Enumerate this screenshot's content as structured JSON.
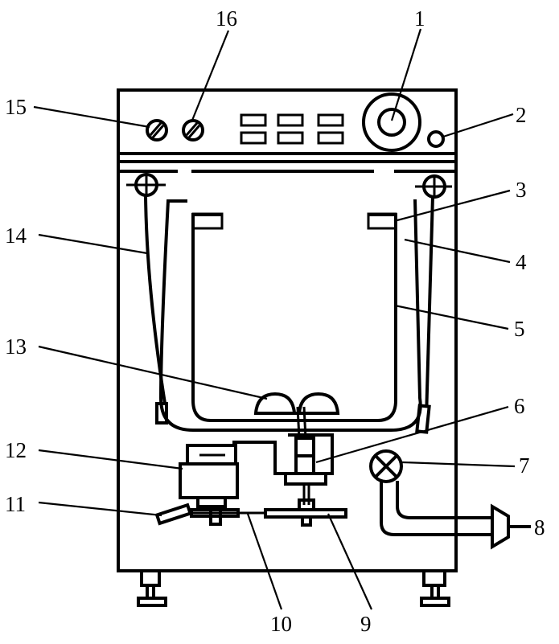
{
  "figure": {
    "labels": [
      {
        "id": "1",
        "text": "1"
      },
      {
        "id": "2",
        "text": "2"
      },
      {
        "id": "3",
        "text": "3"
      },
      {
        "id": "4",
        "text": "4"
      },
      {
        "id": "5",
        "text": "5"
      },
      {
        "id": "6",
        "text": "6"
      },
      {
        "id": "7",
        "text": "7"
      },
      {
        "id": "8",
        "text": "8"
      },
      {
        "id": "9",
        "text": "9"
      },
      {
        "id": "10",
        "text": "10"
      },
      {
        "id": "11",
        "text": "11"
      },
      {
        "id": "12",
        "text": "12"
      },
      {
        "id": "13",
        "text": "13"
      },
      {
        "id": "14",
        "text": "14"
      },
      {
        "id": "15",
        "text": "15"
      },
      {
        "id": "16",
        "text": "16"
      }
    ]
  }
}
